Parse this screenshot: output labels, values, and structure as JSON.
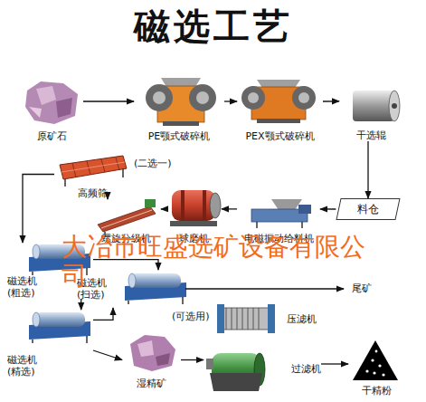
{
  "diagram": {
    "title": "磁选工艺",
    "nodes": [
      {
        "text": [
          "原矿石"
        ]
      },
      {
        "text": [
          "PE颚式破碎机"
        ]
      },
      {
        "text": [
          "PEX颚式破碎机"
        ]
      },
      {
        "text": [
          "干选辊"
        ]
      },
      {
        "text": [
          "料仓"
        ]
      },
      {
        "text": [
          "电磁振动给料机"
        ]
      },
      {
        "text": [
          "球磨机"
        ]
      },
      {
        "text": [
          "螺旋分级机"
        ]
      },
      {
        "text": [
          "高频筛"
        ]
      },
      {
        "text": [
          "磁选机 (粗选)"
        ]
      },
      {
        "text": [
          "磁选机 (扫选)"
        ]
      },
      {
        "text": [
          "磁选机 (精选)"
        ]
      },
      {
        "text": [
          "尾矿"
        ]
      },
      {
        "text": [
          "湿精矿"
        ]
      },
      {
        "text": [
          "压滤机"
        ]
      },
      {
        "text": [
          "过滤机"
        ]
      },
      {
        "text": [
          "干精粉"
        ]
      }
    ],
    "edges": [
      {
        "from": 0,
        "to": 1,
        "arrow": "to"
      },
      {
        "from": 1,
        "to": 2,
        "arrow": "to"
      },
      {
        "from": 2,
        "to": 3,
        "arrow": "to"
      },
      {
        "from": 3,
        "to": 4,
        "arrow": "to"
      },
      {
        "from": 4,
        "to": 5,
        "arrow": "to"
      },
      {
        "from": 5,
        "to": 6,
        "arrow": "to"
      },
      {
        "from": 6,
        "to": 7,
        "arrow": "to"
      },
      {
        "from": 7,
        "to": 8,
        "arrow": "to"
      },
      {
        "from": 8,
        "to": 9,
        "arrow": "to"
      },
      {
        "from": 9,
        "to": 10,
        "arrow": "to"
      },
      {
        "from": 9,
        "to": 11,
        "arrow": "to"
      },
      {
        "from": 11,
        "to": 10,
        "arrow": "to"
      },
      {
        "from": 10,
        "to": 12,
        "arrow": "to"
      },
      {
        "from": 11,
        "to": 13,
        "arrow": "to"
      },
      {
        "from": 13,
        "to": 15,
        "arrow": "to"
      },
      {
        "from": 15,
        "to": 16,
        "arrow": "to"
      }
    ],
    "labels": [
      "(二选一)",
      "(可选用)",
      "大冶市旺盛选矿设备有限公司"
    ]
  }
}
